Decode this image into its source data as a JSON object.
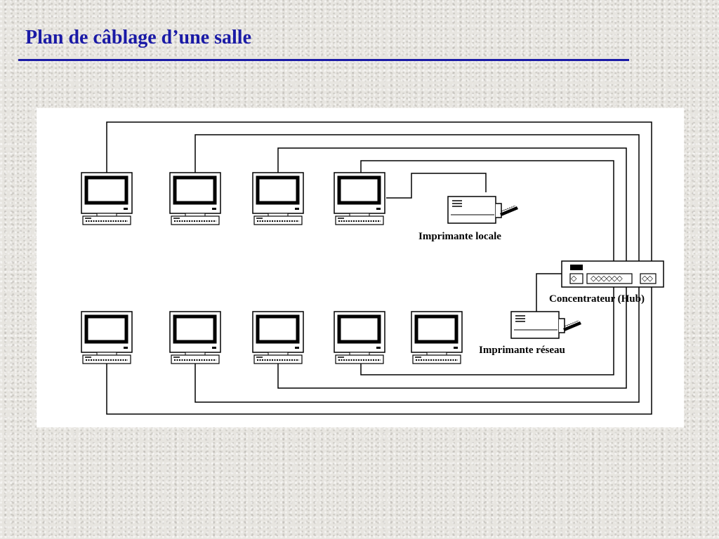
{
  "slide": {
    "title": "Plan de câblage d’une salle",
    "accent_color": "#1a1aa6"
  },
  "diagram": {
    "labels": {
      "local_printer": "Imprimante locale",
      "hub": "Concentrateur (Hub)",
      "network_printer": "Imprimante réseau"
    },
    "hub_port_glyphs": {
      "left": "◇",
      "middle": "◇◇◇◇◇◇",
      "right": "◇◇"
    },
    "nodes": {
      "top_row_computers": 4,
      "bottom_row_computers": 5
    },
    "icons": [
      "computer-icon",
      "printer-icon",
      "hub-icon"
    ]
  }
}
